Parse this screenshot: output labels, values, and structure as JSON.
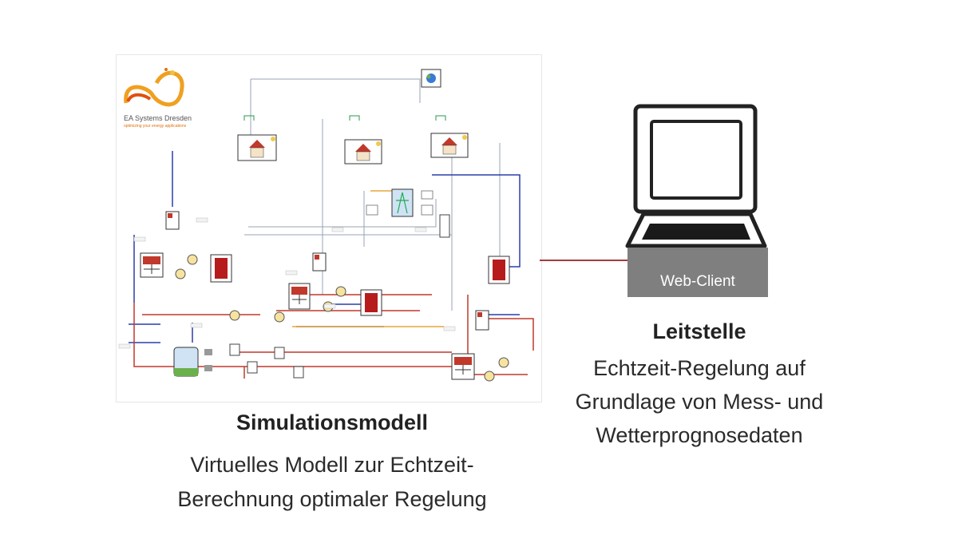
{
  "model": {
    "logo_name": "EA Systems Dresden",
    "logo_tagline": "optimizing your energy applications",
    "title": "Simulationsmodell",
    "description_lines": [
      "Virtuelles Modell zur Echtzeit-",
      "Berechnung optimaler Regelung"
    ]
  },
  "client": {
    "screen_label": "Web-Client",
    "title": "Leitstelle",
    "description_lines": [
      "Echtzeit-Regelung auf",
      "Grundlage von Mess- und",
      "Wetterprognosedaten"
    ]
  },
  "colors": {
    "pipe_red": "#c0392b",
    "pipe_blue": "#2c3ea8",
    "signal_gray": "#9aa3b5",
    "highlight_yellow": "#f2c94c",
    "laptop_gray": "#7f7f7f",
    "connector_red": "#a93a3a"
  }
}
